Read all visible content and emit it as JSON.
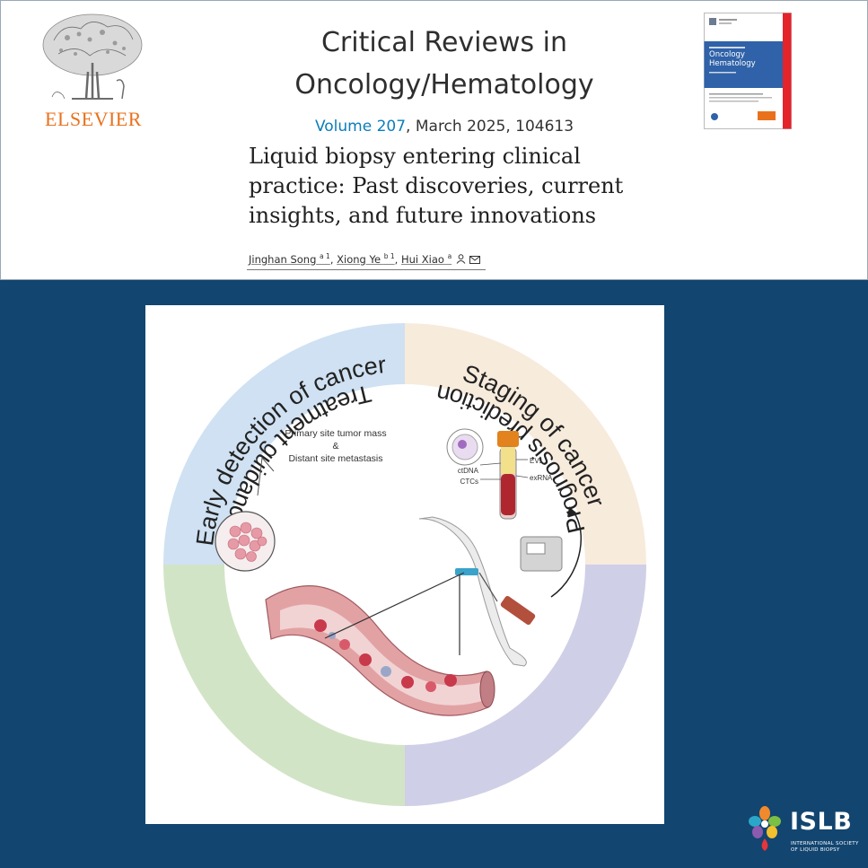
{
  "publisher": {
    "name": "ELSEVIER",
    "logo_icon": "tree-icon"
  },
  "journal": {
    "title_line1": "Critical Reviews in",
    "title_line2": "Oncology/Hematology",
    "volume_label": "Volume 207",
    "issue_date_id": ", March 2025, 104613",
    "cover_title_line1": "Oncology",
    "cover_title_line2": "Hematology"
  },
  "article": {
    "title": "Liquid biopsy entering clinical practice: Past discoveries, current insights, and future innovations",
    "authors": [
      {
        "name": "Jinghan Song",
        "sup": "a 1"
      },
      {
        "name": "Xiong Ye",
        "sup": "b 1"
      },
      {
        "name": "Hui Xiao",
        "sup": "a"
      }
    ],
    "author_icons": [
      "person-icon",
      "envelope-icon"
    ]
  },
  "figure": {
    "segments": {
      "top_left": "Early detection of cancer",
      "top_right": "Staging of cancer",
      "bottom_right": "Prognosis prediction",
      "bottom_left": "Treatment guidance"
    },
    "callout_line1": "Primary site tumor mass",
    "callout_amp": "&",
    "callout_line2": "Distant site metastasis",
    "tube_labels": {
      "evs": "EVs",
      "ctdna": "ctDNA",
      "ctcs": "CTCs",
      "exrna": "exRNA"
    },
    "colors": {
      "top_left": "#cfe1f2",
      "top_right": "#f7ebdc",
      "bottom_right": "#cfcfe7",
      "bottom_left": "#d2e4c6"
    }
  },
  "society": {
    "abbr": "ISLB",
    "full_line1": "INTERNATIONAL SOCIETY",
    "full_line2": "OF LIQUID BIOPSY"
  },
  "colors": {
    "background_blue": "#124570",
    "elsevier_orange": "#e9711c",
    "volume_link": "#0c7dbb"
  }
}
